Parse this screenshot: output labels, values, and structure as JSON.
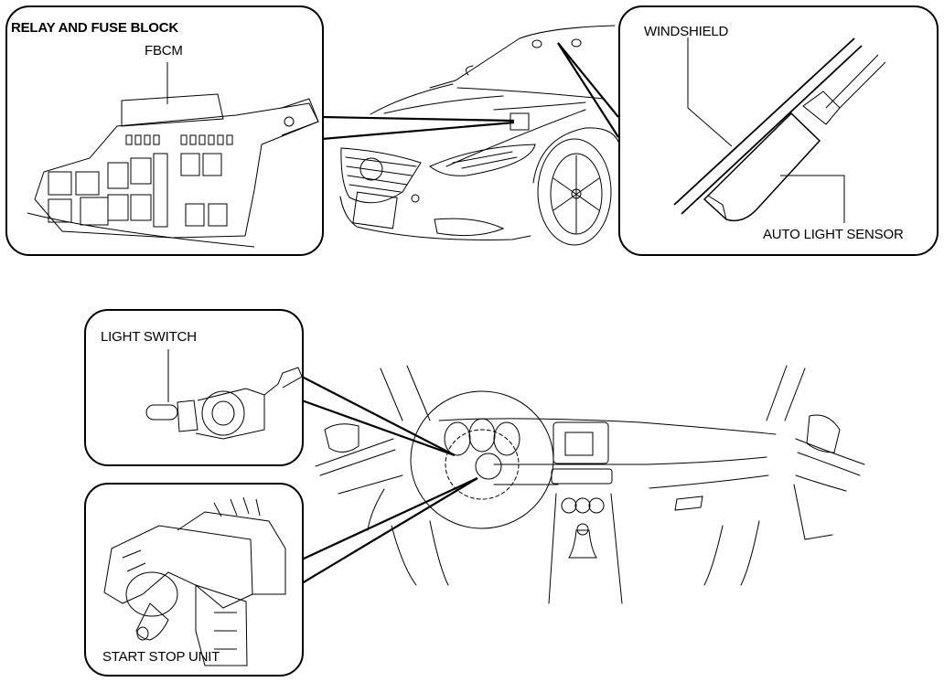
{
  "callouts": {
    "relay_fuse_block": {
      "title": "RELAY AND FUSE BLOCK",
      "component": "FBCM"
    },
    "auto_light_sensor": {
      "reference": "WINDSHIELD",
      "component": "AUTO LIGHT SENSOR"
    },
    "light_switch": {
      "component": "LIGHT SWITCH"
    },
    "start_stop_unit": {
      "component": "START STOP UNIT"
    }
  },
  "views": {
    "exterior": "vehicle-front-exterior",
    "interior": "dashboard-interior"
  }
}
